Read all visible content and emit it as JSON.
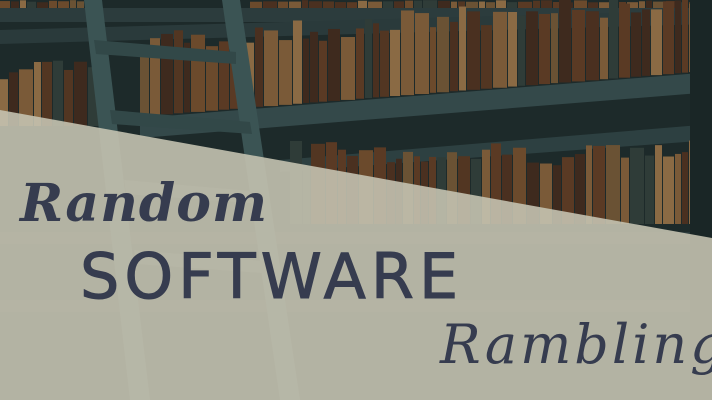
{
  "banner": {
    "line1": "Random",
    "line2": "SOFTWARE",
    "line3": "Ramblings"
  },
  "colors": {
    "text": "#363c4f",
    "overlay_band": "#c4c2b0",
    "bookshelf_dark": "#1d2a2a",
    "ladder": "#3b5454"
  },
  "background": {
    "subject": "library bookshelf with wooden ladder"
  }
}
